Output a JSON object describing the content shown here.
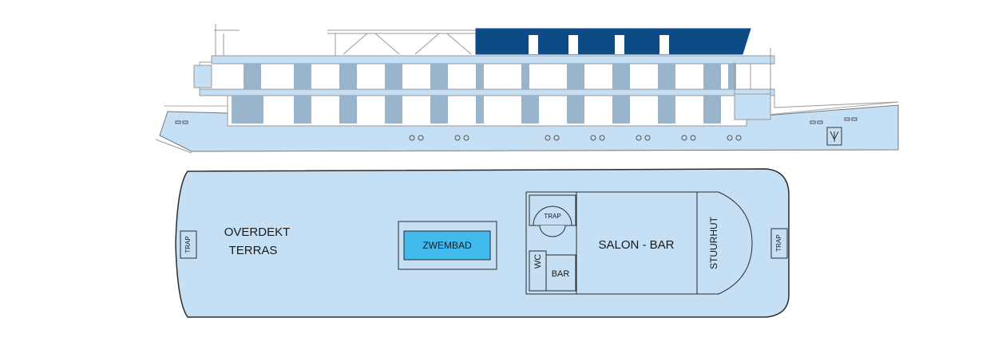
{
  "colors": {
    "hull": "#c5e0f5",
    "deck_fill": "#c5e0f5",
    "outline": "#2b2b2b",
    "window_dark": "#0d4a86",
    "pool": "#42b9ec",
    "stripe": "#9ab4cc",
    "white": "#ffffff"
  },
  "deck_plan": {
    "left_trap": "TRAP",
    "right_trap": "TRAP",
    "terrace_line1": "OVERDEKT",
    "terrace_line2": "TERRAS",
    "pool_label": "ZWEMBAD",
    "stair_label": "TRAP",
    "wc_label": "WC",
    "bar_label": "BAR",
    "salon_label": "SALON - BAR",
    "wheelhouse_label": "STUURHUT"
  }
}
